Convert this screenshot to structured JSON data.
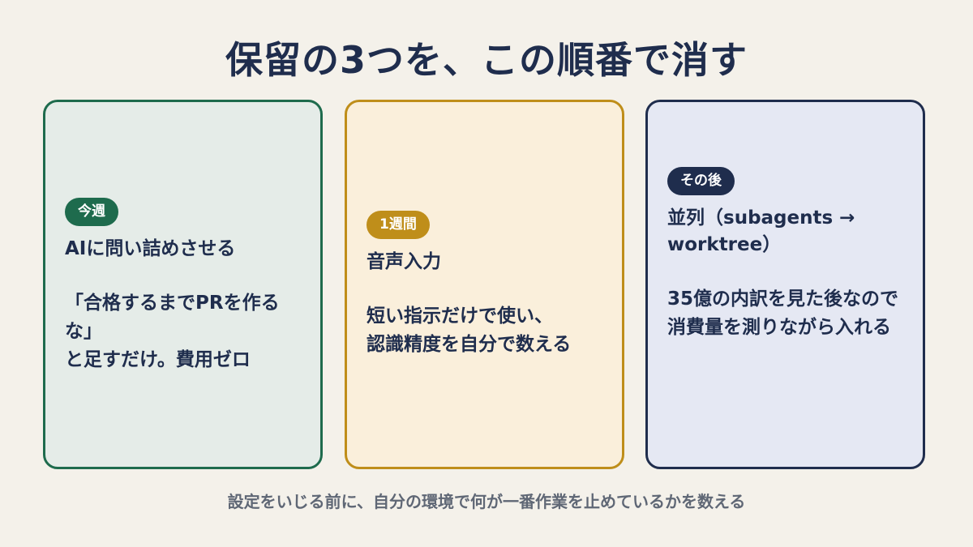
{
  "title": "保留の3つを、この順番で消す",
  "cards": [
    {
      "badge": "今週",
      "heading": "AIに問い詰めさせる",
      "body": "「合格するまでPRを作るな」\nと足すだけ。費用ゼロ",
      "accent": "#1e6b4d"
    },
    {
      "badge": "1週間",
      "heading": "音声入力",
      "body": "短い指示だけで使い、\n認識精度を自分で数える",
      "accent": "#bf8e1a"
    },
    {
      "badge": "その後",
      "heading": "並列（subagents → worktree）",
      "body": "35億の内訳を見た後なので\n消費量を測りながら入れる",
      "accent": "#1f2d4d"
    }
  ],
  "footer": "設定をいじる前に、自分の環境で何が一番作業を止めているかを数える"
}
